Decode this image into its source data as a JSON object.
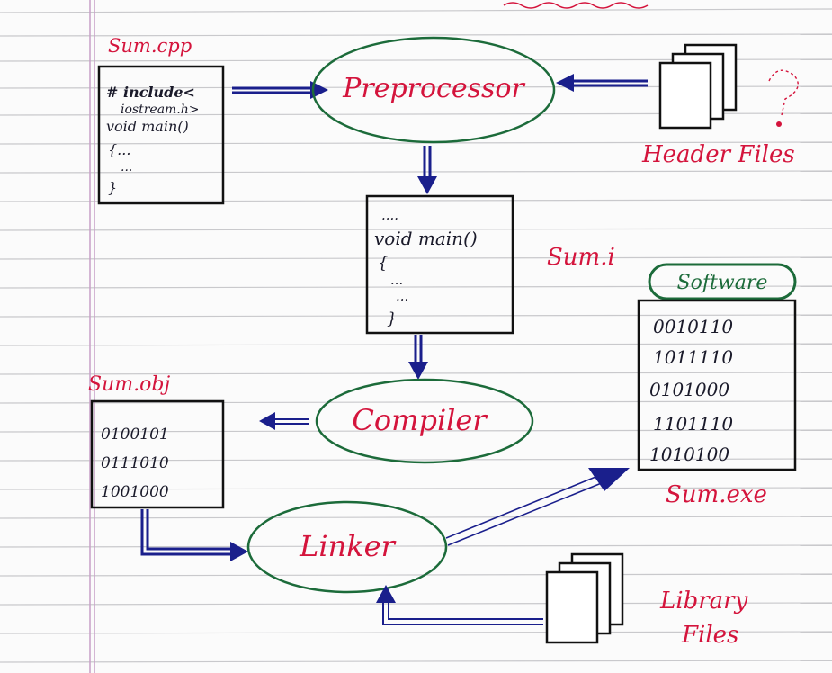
{
  "source_file": {
    "label": "Sum.cpp",
    "code_lines": [
      "# include<",
      "iostream.h>",
      "void main()",
      "{...",
      "...",
      "}"
    ]
  },
  "preprocessor": {
    "label": "Preprocessor"
  },
  "header_files": {
    "label": "Header Files"
  },
  "intermediate_file": {
    "label": "Sum.i",
    "code_lines": [
      "....",
      "void main()",
      "{",
      "...",
      "...",
      "}"
    ]
  },
  "compiler": {
    "label": "Compiler"
  },
  "object_file": {
    "label": "Sum.obj",
    "binary_lines": [
      "0100101",
      "0111010",
      "1001000"
    ]
  },
  "linker": {
    "label": "Linker"
  },
  "software_tag": {
    "label": "Software"
  },
  "executable_file": {
    "label": "Sum.exe",
    "binary_lines": [
      "0010110",
      "1011110",
      "0101000",
      "1101110",
      "1010100"
    ]
  },
  "library_files": {
    "label_line1": "Library",
    "label_line2": "Files"
  },
  "colors": {
    "label_red": "#d4143c",
    "ellipse_green": "#1c6b3a",
    "arrow_navy": "#1a1f8c",
    "ruled_line": "#c9c9cc",
    "margin_line": "#c8a0c8"
  }
}
